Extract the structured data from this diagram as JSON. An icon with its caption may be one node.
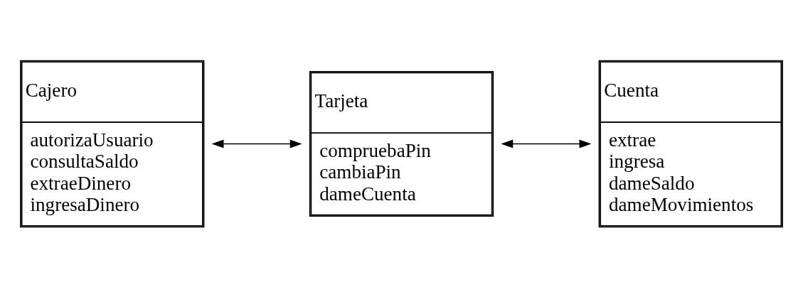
{
  "diagram": {
    "nodes": [
      {
        "text": [
          "Cajero",
          "autorizaUsuario consultaSaldo extraeDinero ingresaDinero"
        ]
      },
      {
        "text": [
          "Tarjeta",
          "compruebaPin cambiaPin dameCuenta"
        ]
      },
      {
        "text": [
          "Cuenta",
          "extrae ingresa dameSaldo dameMovimientos"
        ]
      }
    ],
    "edges": [
      {
        "from": 0,
        "to": 1,
        "arrow": "both"
      },
      {
        "from": 1,
        "to": 2,
        "arrow": "both"
      }
    ]
  }
}
